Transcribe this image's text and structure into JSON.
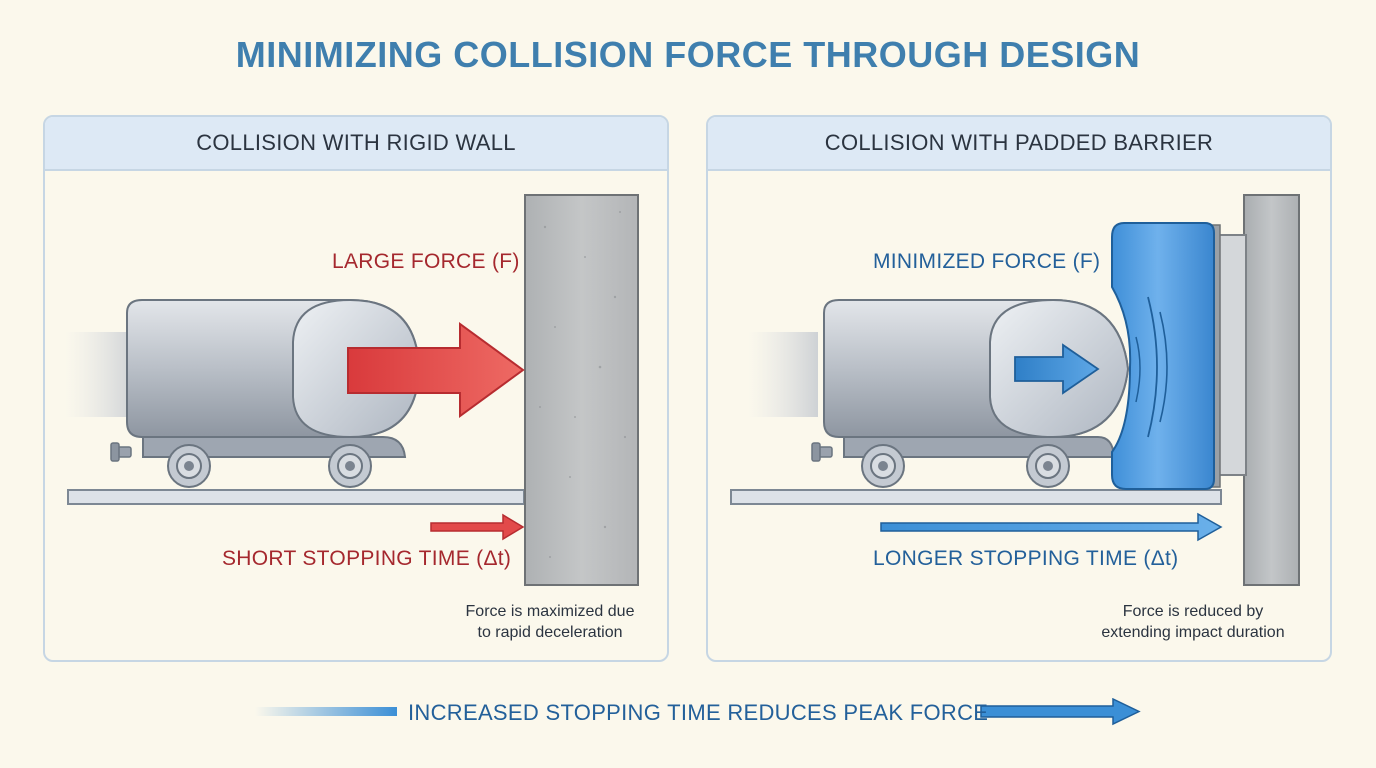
{
  "title": "MINIMIZING COLLISION FORCE THROUGH DESIGN",
  "left_panel": {
    "header": "COLLISION WITH RIGID WALL",
    "force_label": "LARGE FORCE (F)",
    "time_label": "SHORT STOPPING TIME (Δt)",
    "note_line1": "Force is maximized due",
    "note_line2": "to rapid deceleration",
    "accent_color": "#e24a4a"
  },
  "right_panel": {
    "header": "COLLISION WITH PADDED BARRIER",
    "force_label": "MINIMIZED FORCE (F)",
    "time_label": "LONGER STOPPING TIME (Δt)",
    "note_line1": "Force is reduced by",
    "note_line2": "extending impact duration",
    "accent_color": "#3b8fd6"
  },
  "footer": {
    "text": "INCREASED STOPPING TIME REDUCES PEAK FORCE"
  }
}
